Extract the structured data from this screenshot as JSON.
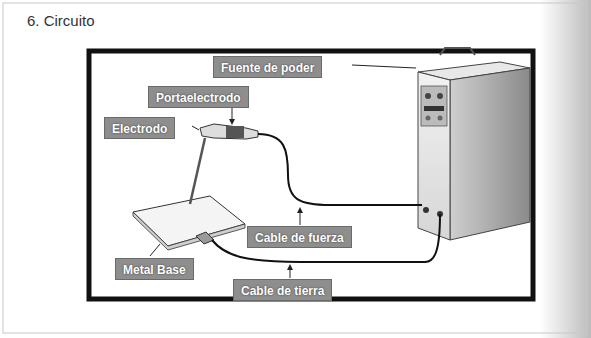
{
  "diagram": {
    "title": "6. Circuito",
    "nodes": [
      {
        "text": [
          "Fuente de poder"
        ]
      },
      {
        "text": [
          "Portaelectrodo"
        ]
      },
      {
        "text": [
          "Electrodo"
        ]
      },
      {
        "text": [
          "Cable de fuerza"
        ]
      },
      {
        "text": [
          "Metal Base"
        ]
      },
      {
        "text": [
          "Cable de tierra"
        ]
      }
    ]
  }
}
